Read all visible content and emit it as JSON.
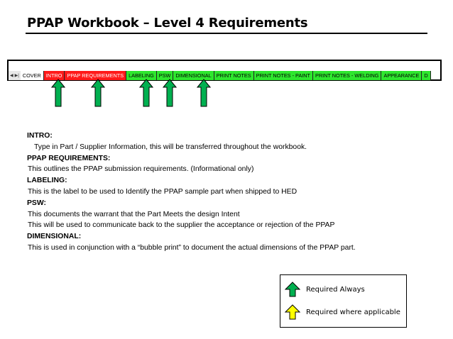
{
  "title": "PPAP Workbook – Level 4 Requirements",
  "tabs": [
    {
      "label": "COVER",
      "color": "white"
    },
    {
      "label": "INTRO",
      "color": "red"
    },
    {
      "label": "PPAP REQUIREMENTS",
      "color": "red"
    },
    {
      "label": "LABELING",
      "color": "green"
    },
    {
      "label": "PSW",
      "color": "green"
    },
    {
      "label": "DIMENSIONAL",
      "color": "green"
    },
    {
      "label": "PRINT NOTES",
      "color": "green"
    },
    {
      "label": "PRINT NOTES - PAINT",
      "color": "green"
    },
    {
      "label": "PRINT NOTES - WELDING",
      "color": "green"
    },
    {
      "label": "APPEARANCE",
      "color": "green"
    },
    {
      "label": "D",
      "color": "green"
    }
  ],
  "sections": [
    {
      "heading": "INTRO:",
      "lines": [
        "Type in Part / Supplier Information, this will be transferred throughout the workbook."
      ]
    },
    {
      "heading": "PPAP REQUIREMENTS:",
      "lines": [
        "This outlines the PPAP submission requirements. (Informational only)"
      ]
    },
    {
      "heading": "LABELING:",
      "lines": [
        "This is the label to be used to Identify the PPAP sample part when shipped to HED"
      ]
    },
    {
      "heading": "PSW:",
      "lines": [
        "This documents the warrant that the Part Meets the design Intent",
        "This will be used to communicate back to the supplier the acceptance or rejection of the PPAP"
      ]
    },
    {
      "heading": "DIMENSIONAL:",
      "lines": [
        "This is used in conjunction with a “bubble print” to document the actual dimensions of the PPAP part."
      ]
    }
  ],
  "legend": {
    "required_always": "Required Always",
    "required_where_applicable": "Required where applicable"
  },
  "colors": {
    "green_arrow": "#00b050",
    "yellow_arrow": "#ffff00",
    "tab_red": "#ff1a1a",
    "tab_green": "#2ee62e"
  }
}
